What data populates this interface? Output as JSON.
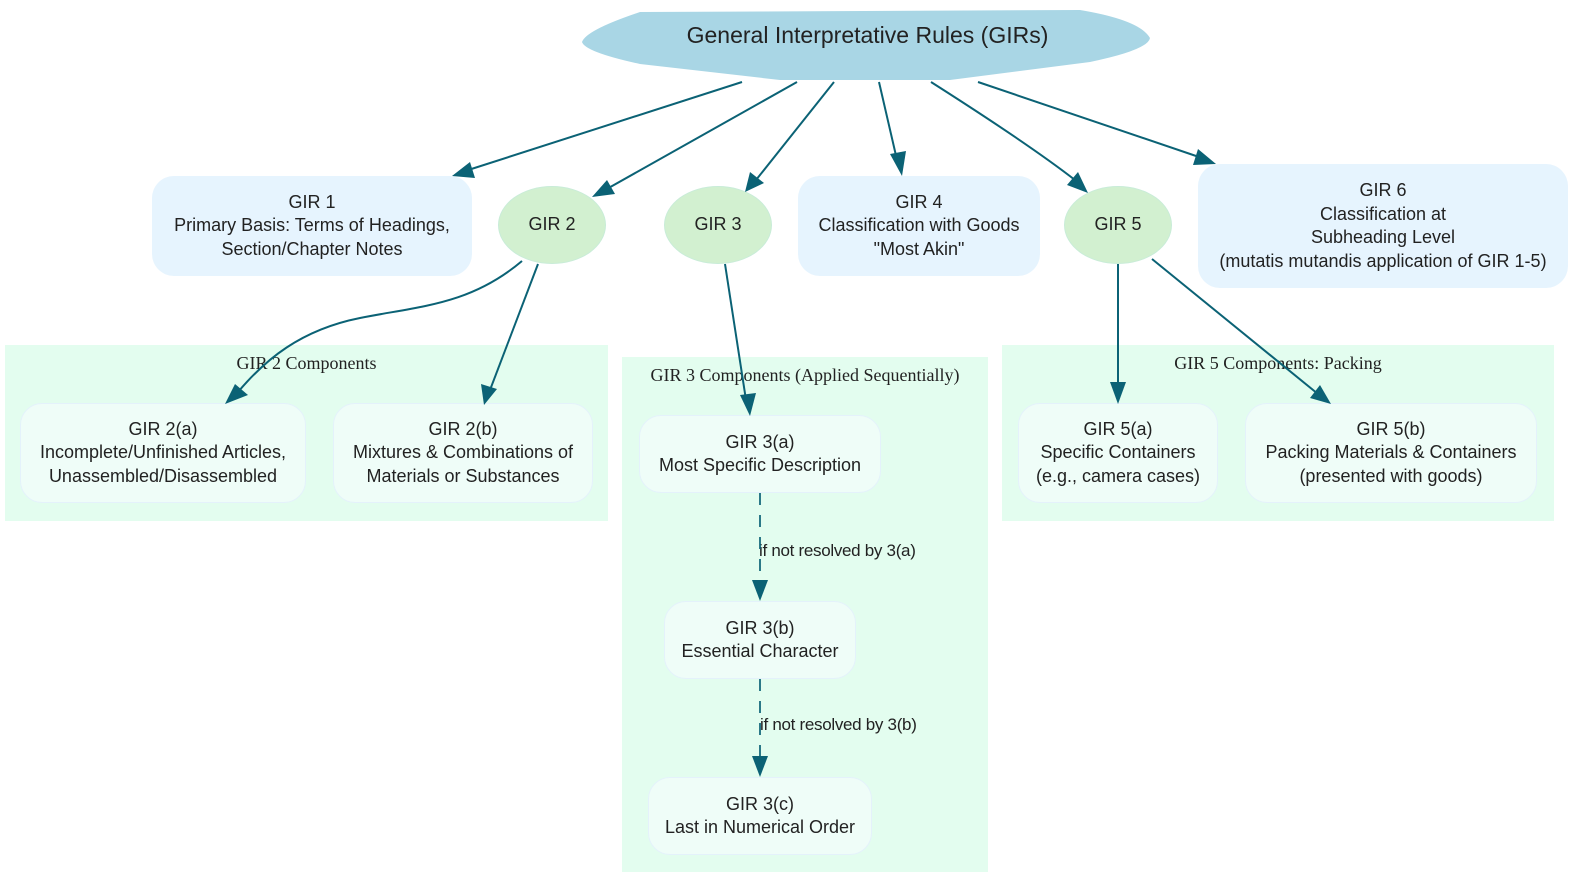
{
  "diagram": {
    "title": "General Interpretative Rules (GIRs)",
    "colors": {
      "root_fill": "#a9d6e5",
      "main_box_fill": "#e6f4fe",
      "ellipse_fill": "#d2f0d0",
      "cluster_fill": "#e3fdef",
      "sub_box_fill": "#effdf8",
      "edge": "#0b6275",
      "text": "#222222"
    },
    "nodes": {
      "gir1": {
        "lines": [
          "GIR 1",
          "Primary Basis: Terms of Headings,",
          "Section/Chapter Notes"
        ]
      },
      "gir2": {
        "lines": [
          "GIR 2"
        ]
      },
      "gir3": {
        "lines": [
          "GIR 3"
        ]
      },
      "gir4": {
        "lines": [
          "GIR 4",
          "Classification with Goods",
          "\"Most Akin\""
        ]
      },
      "gir5": {
        "lines": [
          "GIR 5"
        ]
      },
      "gir6": {
        "lines": [
          "GIR 6",
          "Classification at",
          "Subheading Level",
          "(mutatis mutandis application of GIR 1-5)"
        ]
      },
      "gir2a": {
        "lines": [
          "GIR 2(a)",
          "Incomplete/Unfinished Articles,",
          "Unassembled/Disassembled"
        ]
      },
      "gir2b": {
        "lines": [
          "GIR 2(b)",
          "Mixtures & Combinations of",
          "Materials or Substances"
        ]
      },
      "gir3a": {
        "lines": [
          "GIR 3(a)",
          "Most Specific Description"
        ]
      },
      "gir3b": {
        "lines": [
          "GIR 3(b)",
          "Essential Character"
        ]
      },
      "gir3c": {
        "lines": [
          "GIR 3(c)",
          "Last in Numerical Order"
        ]
      },
      "gir5a": {
        "lines": [
          "GIR 5(a)",
          "Specific Containers",
          "(e.g., camera cases)"
        ]
      },
      "gir5b": {
        "lines": [
          "GIR 5(b)",
          "Packing Materials & Containers",
          "(presented with goods)"
        ]
      }
    },
    "clusters": {
      "gir2": "GIR 2 Components",
      "gir3": "GIR 3 Components (Applied Sequentially)",
      "gir5": "GIR 5 Components: Packing"
    },
    "edges": [
      {
        "from": "root",
        "to": "gir1",
        "style": "solid",
        "label": ""
      },
      {
        "from": "root",
        "to": "gir2",
        "style": "solid",
        "label": ""
      },
      {
        "from": "root",
        "to": "gir3",
        "style": "solid",
        "label": ""
      },
      {
        "from": "root",
        "to": "gir4",
        "style": "solid",
        "label": ""
      },
      {
        "from": "root",
        "to": "gir5",
        "style": "solid",
        "label": ""
      },
      {
        "from": "root",
        "to": "gir6",
        "style": "solid",
        "label": ""
      },
      {
        "from": "gir2",
        "to": "gir2a",
        "style": "solid",
        "label": ""
      },
      {
        "from": "gir2",
        "to": "gir2b",
        "style": "solid",
        "label": ""
      },
      {
        "from": "gir3",
        "to": "gir3a",
        "style": "solid",
        "label": ""
      },
      {
        "from": "gir3a",
        "to": "gir3b",
        "style": "dashed",
        "label": "if not resolved by 3(a)"
      },
      {
        "from": "gir3b",
        "to": "gir3c",
        "style": "dashed",
        "label": "if not resolved by 3(b)"
      },
      {
        "from": "gir5",
        "to": "gir5a",
        "style": "solid",
        "label": ""
      },
      {
        "from": "gir5",
        "to": "gir5b",
        "style": "solid",
        "label": ""
      }
    ]
  }
}
